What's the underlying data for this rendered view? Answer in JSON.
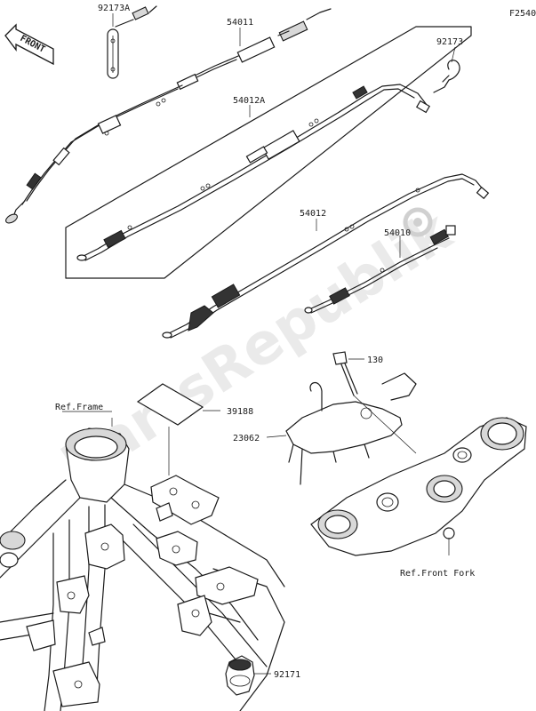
{
  "figure_code": "F2540",
  "front_arrow_label": "FRONT",
  "watermark_text": "PartsRepublik",
  "callouts": {
    "p92173A": "92173A",
    "p54011": "54011",
    "p92173": "92173",
    "p54012A": "54012A",
    "p54012": "54012",
    "p54010": "54010",
    "p130": "130",
    "ref_frame": "Ref.Frame",
    "p39188": "39188",
    "p23062": "23062",
    "ref_front_fork": "Ref.Front Fork",
    "p92171": "92171"
  }
}
